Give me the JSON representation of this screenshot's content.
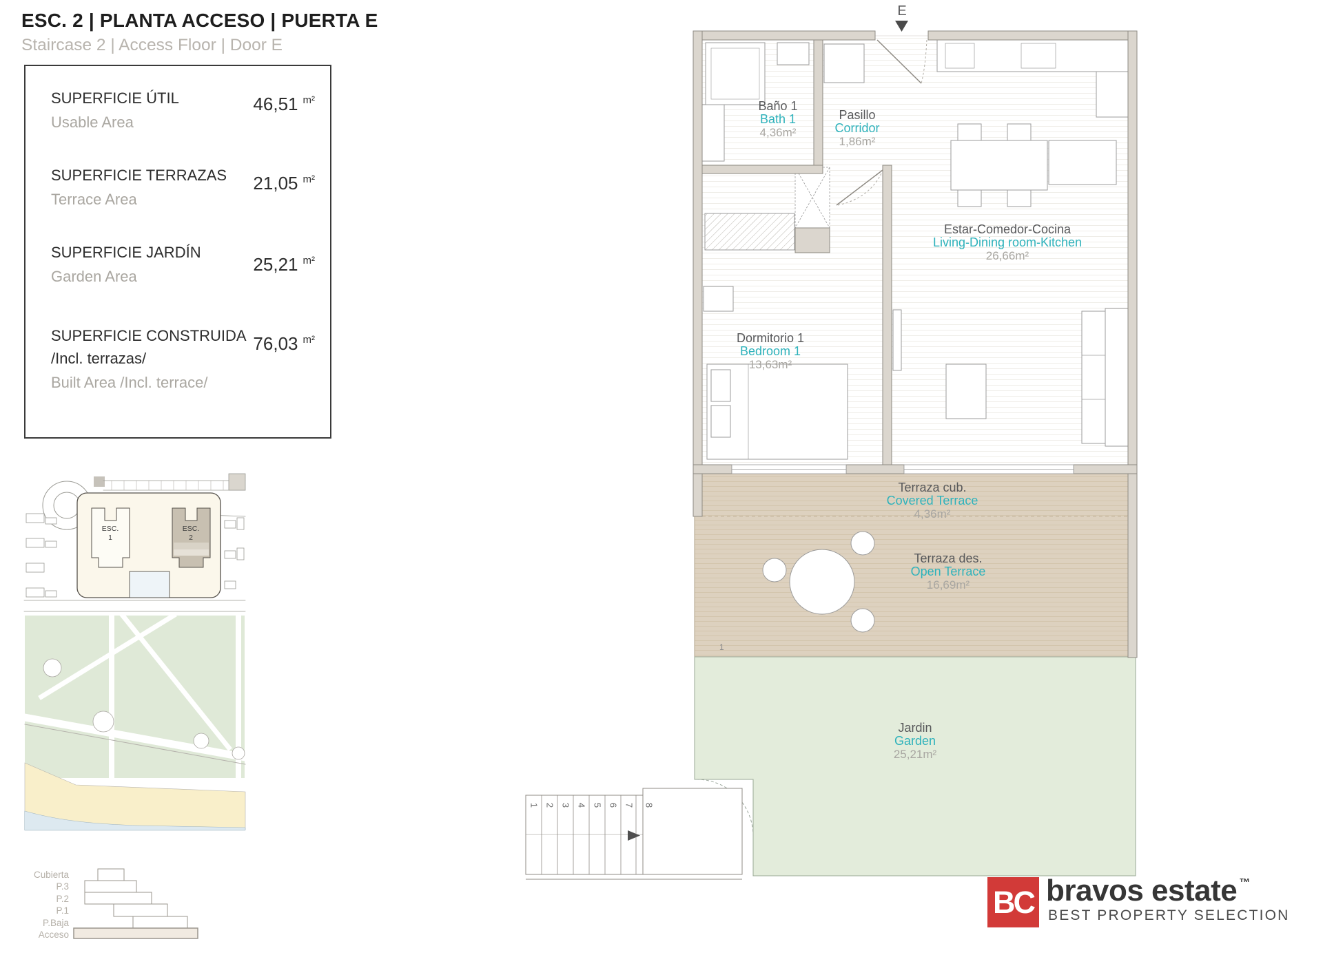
{
  "header": {
    "title": "ESC. 2 | PLANTA ACCESO | PUERTA E",
    "subtitle": "Staircase 2 | Access Floor | Door E"
  },
  "area_table": {
    "rows": [
      {
        "label_es": "SUPERFICIE ÚTIL",
        "label_en": "Usable Area",
        "value": "46,51",
        "unit": "m²"
      },
      {
        "label_es": "SUPERFICIE TERRAZAS",
        "label_en": "Terrace Area",
        "value": "21,05",
        "unit": "m²"
      },
      {
        "label_es": "SUPERFICIE JARDÍN",
        "label_en": "Garden Area",
        "value": "25,21",
        "unit": "m²"
      },
      {
        "label_es": "SUPERFICIE CONSTRUIDA",
        "label_es_line2": "/Incl. terrazas/",
        "label_en": "Built Area /Incl. terrace/",
        "value": "76,03",
        "unit": "m²"
      }
    ]
  },
  "floor_plan": {
    "entrance_marker": "E",
    "rooms": {
      "bath": {
        "name_es": "Baño 1",
        "name_en": "Bath 1",
        "area": "4,36m²"
      },
      "corridor": {
        "name_es": "Pasillo",
        "name_en": "Corridor",
        "area": "1,86m²"
      },
      "living": {
        "name_es": "Estar-Comedor-Cocina",
        "name_en": "Living-Dining room-Kitchen",
        "area": "26,66m²"
      },
      "bedroom": {
        "name_es": "Dormitorio 1",
        "name_en": "Bedroom 1",
        "area": "13,63m²"
      },
      "covered_terrace": {
        "name_es": "Terraza cub.",
        "name_en": "Covered Terrace",
        "area": "4,36m²"
      },
      "open_terrace": {
        "name_es": "Terraza des.",
        "name_en": "Open Terrace",
        "area": "16,69m²"
      },
      "garden": {
        "name_es": "Jardin",
        "name_en": "Garden",
        "area": "25,21m²"
      }
    },
    "stair_numbers": [
      "1",
      "2",
      "3",
      "4",
      "5",
      "6",
      "7",
      "8"
    ],
    "terrace_step_marker": "1"
  },
  "site_plan": {
    "building_1_label": "ESC.",
    "building_1_number": "1",
    "building_2_label": "ESC.",
    "building_2_number": "2"
  },
  "section_diagram": {
    "levels": [
      "Cubierta",
      "P.3",
      "P.2",
      "P.1",
      "P.Baja",
      "Acceso"
    ]
  },
  "logo": {
    "monogram": "BC",
    "name": "bravos estate",
    "trademark": "™",
    "tagline": "BEST PROPERTY SELECTION"
  },
  "colors": {
    "accent_teal": "#2eb2bb",
    "logo_red": "#d23a38",
    "wall_fill": "#dbd6ce",
    "terrace_fill": "#ddd1bf",
    "garden_fill": "#e3ecdb",
    "site_green": "#dfe9d7",
    "beach_sand": "#f9efca",
    "sea_blue": "#dde9f0"
  }
}
